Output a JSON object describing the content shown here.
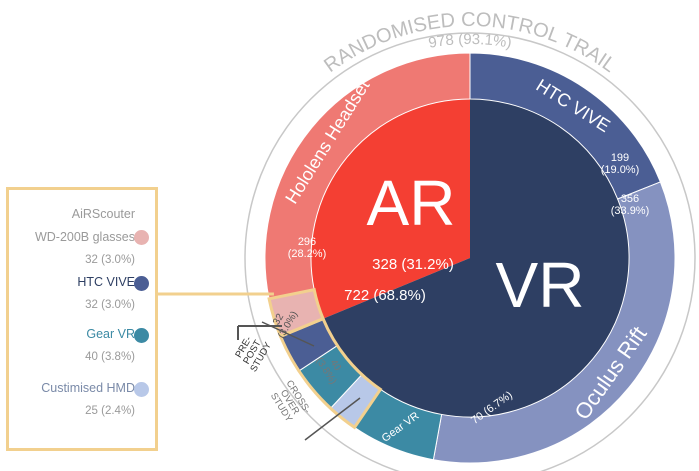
{
  "chart_data": {
    "type": "sunburst",
    "title": "RANDOMISED CONTROL TRAIL",
    "subtitle": "978 (93.1%)",
    "inner": [
      {
        "label": "AR",
        "value": 328,
        "value_label": "328 (31.2%)",
        "color": "#f43f33"
      },
      {
        "label": "VR",
        "value": 722,
        "value_label": "722 (68.8%)",
        "color": "#2e3f63"
      }
    ],
    "middle": [
      {
        "label": "Hololens Headset",
        "value": 296,
        "value_label": "296\n(28.2%)",
        "color": "#ef7973",
        "parent": "AR"
      },
      {
        "label": "",
        "value": 32,
        "value_label": "",
        "color": "#e8b3b1",
        "parent": "AR"
      },
      {
        "label": "HTC VIVE",
        "value": 199,
        "value_label": "199\n(19.0%)",
        "color": "#4b5e94",
        "parent": "VR"
      },
      {
        "label": "Oculus Rift",
        "value": 356,
        "value_label": "356\n(33.9%)",
        "color": "#8592c0",
        "parent": "VR"
      },
      {
        "label": "Gear VR",
        "value": 70,
        "value_label": "70 (6.7%)",
        "color": "#3c8aa4",
        "parent": "VR"
      },
      {
        "label": "",
        "value": 25,
        "value_label": "",
        "color": "#b8c8e8",
        "parent": "VR"
      },
      {
        "label": "",
        "value": 40,
        "value_label": "",
        "color": "#3c8aa4",
        "parent": "VR"
      },
      {
        "label": "",
        "value": 32,
        "value_label": "",
        "color": "#4b5e94",
        "parent": "VR"
      }
    ],
    "outer_group": {
      "label": "RANDOMISED CONTROL TRAIL",
      "value": 978,
      "value_label": "978 (93.1%)"
    },
    "study_labels": [
      {
        "text": "PRE-\nPOST\nSTUDY",
        "count_label": "32\n(3.0%)"
      },
      {
        "text": "CROSS-\nOVER\nSTUDY",
        "count_label": "40\n(3.8%)"
      }
    ],
    "legend": [
      {
        "name_lines": [
          "AiRScouter",
          "WD-200B glasses"
        ],
        "value": "32 (3.0%)",
        "color": "#e8b3b1",
        "text_color": "#9a9a9a"
      },
      {
        "name_lines": [
          "HTC VIVE"
        ],
        "value": "32 (3.0%)",
        "color": "#4b5e94",
        "text_color": "#2e3f63"
      },
      {
        "name_lines": [
          "Gear VR"
        ],
        "value": "40 (3.8%)",
        "color": "#3c8aa4",
        "text_color": "#3c8aa4"
      },
      {
        "name_lines": [
          "Custimised HMD"
        ],
        "value": "25 (2.4%)",
        "color": "#b8c8e8",
        "text_color": "#7a8aa8"
      }
    ],
    "accent_color": "#f2d08e",
    "ring_color": "#c8c8c8"
  }
}
